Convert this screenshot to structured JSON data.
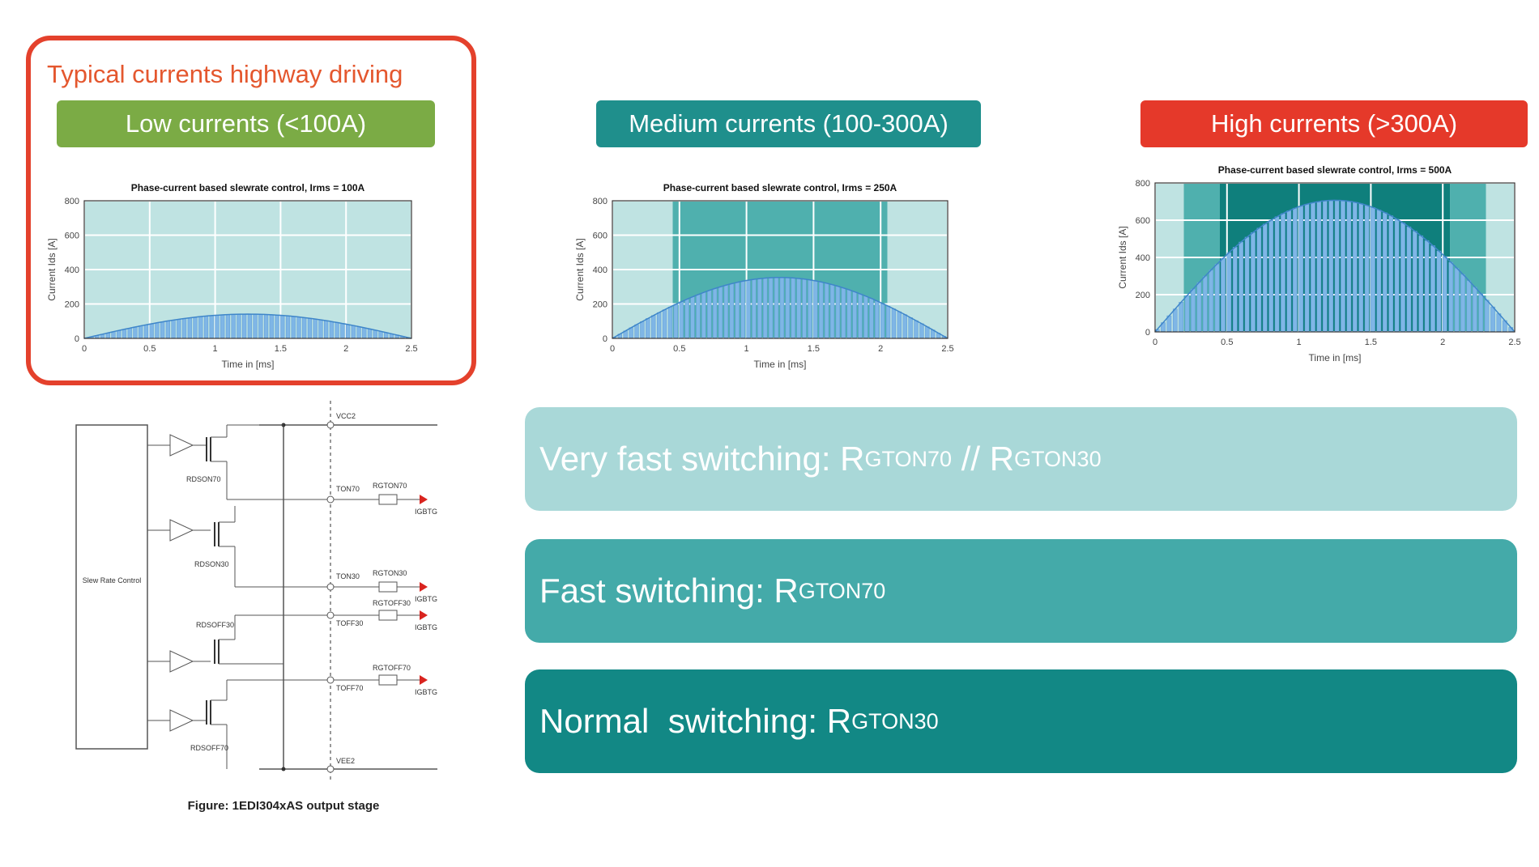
{
  "highlight": {
    "title": "Typical currents highway driving"
  },
  "bands": {
    "low": "Low currents (<100A)",
    "medium": "Medium currents (100-300A)",
    "high": "High currents (>300A)"
  },
  "colors": {
    "low": "#7bab45",
    "medium": "#1f8f8c",
    "high": "#e5392a",
    "highlight_border": "#e4412c",
    "very_fast": "#a9d8d8",
    "fast": "#44aaa9",
    "normal": "#128885"
  },
  "chart_data": [
    {
      "type": "area",
      "title": "Phase-current based slewrate control, Irms = 100A",
      "xlabel": "Time in [ms]",
      "ylabel": "Current Ids [A]",
      "xlim": [
        0,
        2.5
      ],
      "ylim": [
        0,
        800
      ],
      "xticks": [
        "0",
        "0.5",
        "1",
        "1.5",
        "2",
        "2.5"
      ],
      "yticks": [
        "0",
        "200",
        "400",
        "600",
        "800"
      ],
      "peak": 141,
      "grid": true
    },
    {
      "type": "area",
      "title": "Phase-current based slewrate control, Irms = 250A",
      "xlabel": "Time in [ms]",
      "ylabel": "Current Ids [A]",
      "xlim": [
        0,
        2.5
      ],
      "ylim": [
        0,
        800
      ],
      "xticks": [
        "0",
        "0.5",
        "1",
        "1.5",
        "2",
        "2.5"
      ],
      "yticks": [
        "0",
        "200",
        "400",
        "600",
        "800"
      ],
      "peak": 354,
      "grid": true
    },
    {
      "type": "area",
      "title": "Phase-current based slewrate control, Irms = 500A",
      "xlabel": "Time in [ms]",
      "ylabel": "Current Ids [A]",
      "xlim": [
        0,
        2.5
      ],
      "ylim": [
        0,
        800
      ],
      "xticks": [
        "0",
        "0.5",
        "1",
        "1.5",
        "2",
        "2.5"
      ],
      "yticks": [
        "0",
        "200",
        "400",
        "600",
        "800"
      ],
      "peak": 707,
      "grid": true
    }
  ],
  "switching": {
    "very_fast": {
      "label": "Very fast switching: R",
      "sub1": "GTON70",
      "mid": " // R",
      "sub2": "GTON30"
    },
    "fast": {
      "label": "Fast switching: R",
      "sub": "GTON70"
    },
    "normal": {
      "label": "Normal  switching: R",
      "sub": "GTON30"
    }
  },
  "schematic": {
    "controller": "Slew Rate Control",
    "vcc2": "VCC2",
    "vee2": "VEE2",
    "pins": [
      "TON70",
      "TON30",
      "TOFF30",
      "TOFF70"
    ],
    "resistors": [
      "RGTON70",
      "RGTON30",
      "RGTOFF30",
      "RGTOFF70"
    ],
    "internal": [
      "RDSON70",
      "RDSON30",
      "RDSOFF30",
      "RDSOFF70"
    ],
    "outputs": [
      "IGBTG",
      "IGBTG",
      "IGBTG",
      "IGBTG"
    ],
    "caption": "Figure: 1EDI304xAS output stage"
  }
}
